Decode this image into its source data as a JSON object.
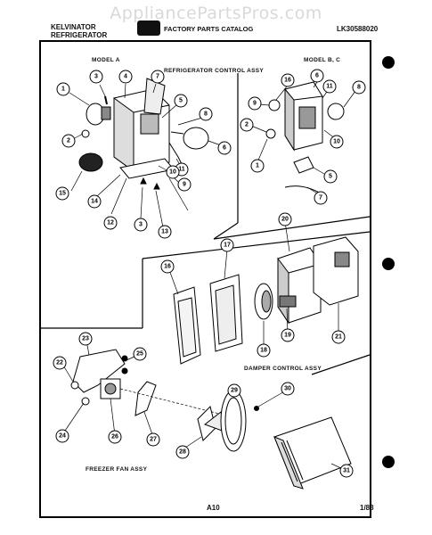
{
  "watermark": "AppliancePartsPros.com",
  "header": {
    "brand_line1": "KELVINATOR",
    "brand_line2": "REFRIGERATOR",
    "catalog_title": "FACTORY PARTS CATALOG",
    "catalog_code": "LK30588020"
  },
  "sections": {
    "model_a": "MODEL A",
    "control_assy": "REFRIGERATOR CONTROL ASSY",
    "model_bc": "MODEL B, C",
    "damper_assy": "DAMPER CONTROL ASSY",
    "fan_assy": "FREEZER FAN ASSY"
  },
  "footer": {
    "page_ref": "A10",
    "date": "1/88"
  },
  "callouts": {
    "model_a": [
      "1",
      "2",
      "3",
      "4",
      "7",
      "5",
      "8",
      "6",
      "11",
      "9",
      "10",
      "15",
      "14",
      "12",
      "3",
      "13"
    ],
    "model_bc": [
      "16",
      "9",
      "2",
      "1",
      "6",
      "11",
      "8",
      "10",
      "5",
      "7"
    ],
    "damper": [
      "16",
      "17",
      "20",
      "18",
      "19",
      "21"
    ],
    "fan": [
      "23",
      "22",
      "25",
      "26",
      "24",
      "27",
      "28",
      "29",
      "30",
      "31"
    ]
  }
}
